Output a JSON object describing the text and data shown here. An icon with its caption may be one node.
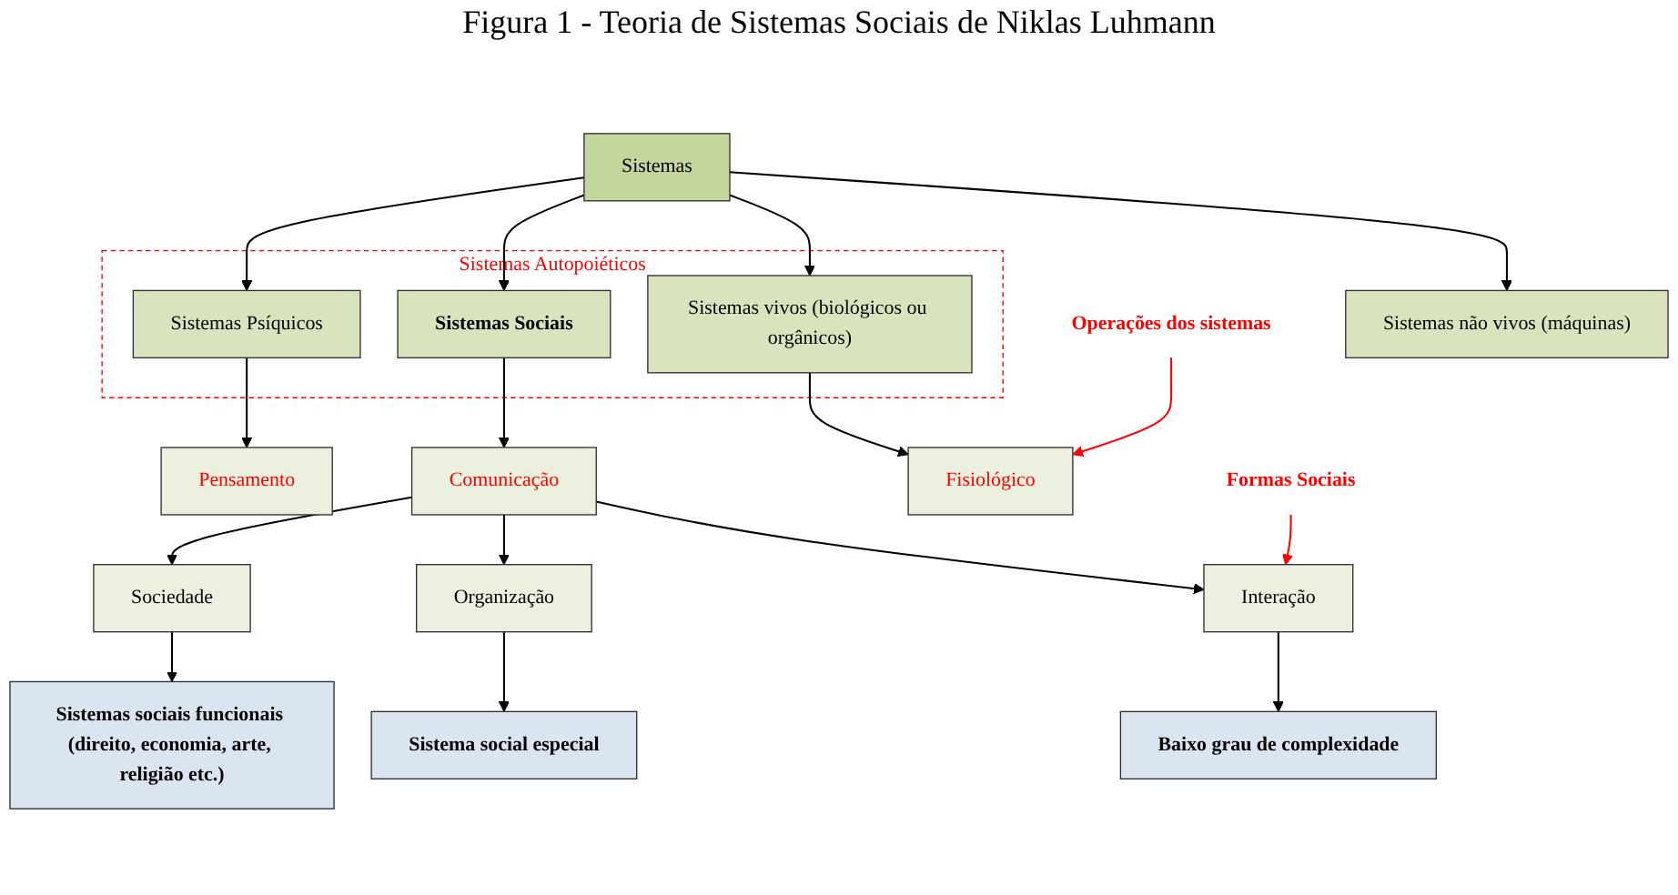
{
  "diagram": {
    "title": "Figura 1 - Teoria de Sistemas Sociais de Niklas Luhmann",
    "nodes": [
      {
        "text": [
          "Sistemas"
        ]
      },
      {
        "text": [
          "Sistemas não vivos (máquinas)"
        ]
      },
      {
        "text": [
          "Sistemas Autopoiéticos"
        ]
      },
      {
        "text": [
          "Sistemas vivos (biológicos ou orgânicos)"
        ],
        "in": 2
      },
      {
        "text": [
          "Sistemas Sociais"
        ],
        "in": 2
      },
      {
        "text": [
          "Sistemas Psíquicos"
        ],
        "in": 2
      },
      {
        "text": [
          "Operações dos sistemas"
        ]
      },
      {
        "text": [
          "Fisiológico"
        ]
      },
      {
        "text": [
          "Comunicação"
        ]
      },
      {
        "text": [
          "Pensamento"
        ]
      },
      {
        "text": [
          "Formas Sociais"
        ]
      },
      {
        "text": [
          "Interação"
        ]
      },
      {
        "text": [
          "Organização"
        ]
      },
      {
        "text": [
          "Sociedade"
        ]
      },
      {
        "text": [
          "Baixo grau de complexidade"
        ]
      },
      {
        "text": [
          "Sistema social especial"
        ]
      },
      {
        "text": [
          "Sistemas sociais funcionais (direito, economia, arte, religião etc.)"
        ]
      }
    ],
    "edges": [
      {
        "from": 0,
        "to": 1,
        "arrow": "to"
      },
      {
        "from": 0,
        "to": 3,
        "arrow": "to"
      },
      {
        "from": 0,
        "to": 4,
        "arrow": "to"
      },
      {
        "from": 0,
        "to": 5,
        "arrow": "to"
      },
      {
        "from": 3,
        "to": 7,
        "arrow": "to"
      },
      {
        "from": 4,
        "to": 8,
        "arrow": "to"
      },
      {
        "from": 5,
        "to": 9,
        "arrow": "to"
      },
      {
        "from": 6,
        "to": 7,
        "arrow": "to",
        "color": "#ff0000"
      },
      {
        "from": 8,
        "to": 11,
        "arrow": "to"
      },
      {
        "from": 8,
        "to": 12,
        "arrow": "to"
      },
      {
        "from": 8,
        "to": 13,
        "arrow": "to"
      },
      {
        "from": 10,
        "to": 11,
        "arrow": "to",
        "color": "#ff0000"
      },
      {
        "from": 11,
        "to": 14,
        "arrow": "to"
      },
      {
        "from": 12,
        "to": 15,
        "arrow": "to"
      },
      {
        "from": 13,
        "to": 16,
        "arrow": "to"
      }
    ]
  }
}
